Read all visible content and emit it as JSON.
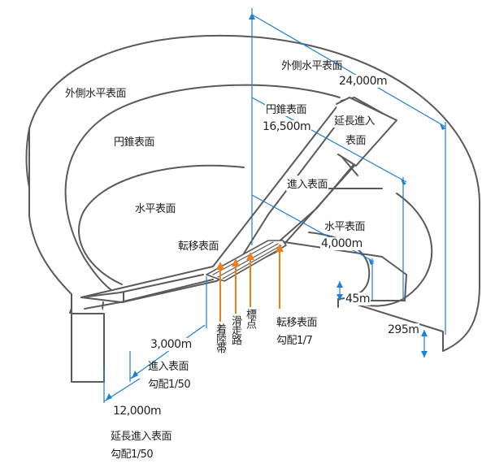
{
  "colors": {
    "outline": "#5a5a5a",
    "surface": "#ffffff",
    "dimension": "#1e7fd8",
    "pointer": "#ef7f1a",
    "text": "#222222"
  },
  "surfaces": {
    "outer_horizontal": "外側水平表面",
    "conical_left": "円錐表面",
    "conical_right": "円錐表面",
    "horizontal_left": "水平表面",
    "horizontal_right": "水平表面",
    "transitional": "転移表面",
    "approach": "進入表面",
    "extended_approach_line1": "延長進入",
    "extended_approach_line2": "表面"
  },
  "dimensions": {
    "outer_radius": "24,000m",
    "conical_radius": "16,500m",
    "horizontal_radius": "4,000m",
    "height_45": "45m",
    "height_295": "295m",
    "approach_length": "3,000m",
    "extended_length": "12,000m"
  },
  "pointers": {
    "landing_strip": "着陸帯",
    "runway": "滑走路",
    "marker": "標点",
    "transitional_line1": "転移表面",
    "transitional_line2": "勾配1/7"
  },
  "notes": {
    "approach_line1": "進入表面",
    "approach_line2": "勾配1/50",
    "extended_line1": "延長進入表面",
    "extended_line2": "勾配1/50"
  }
}
